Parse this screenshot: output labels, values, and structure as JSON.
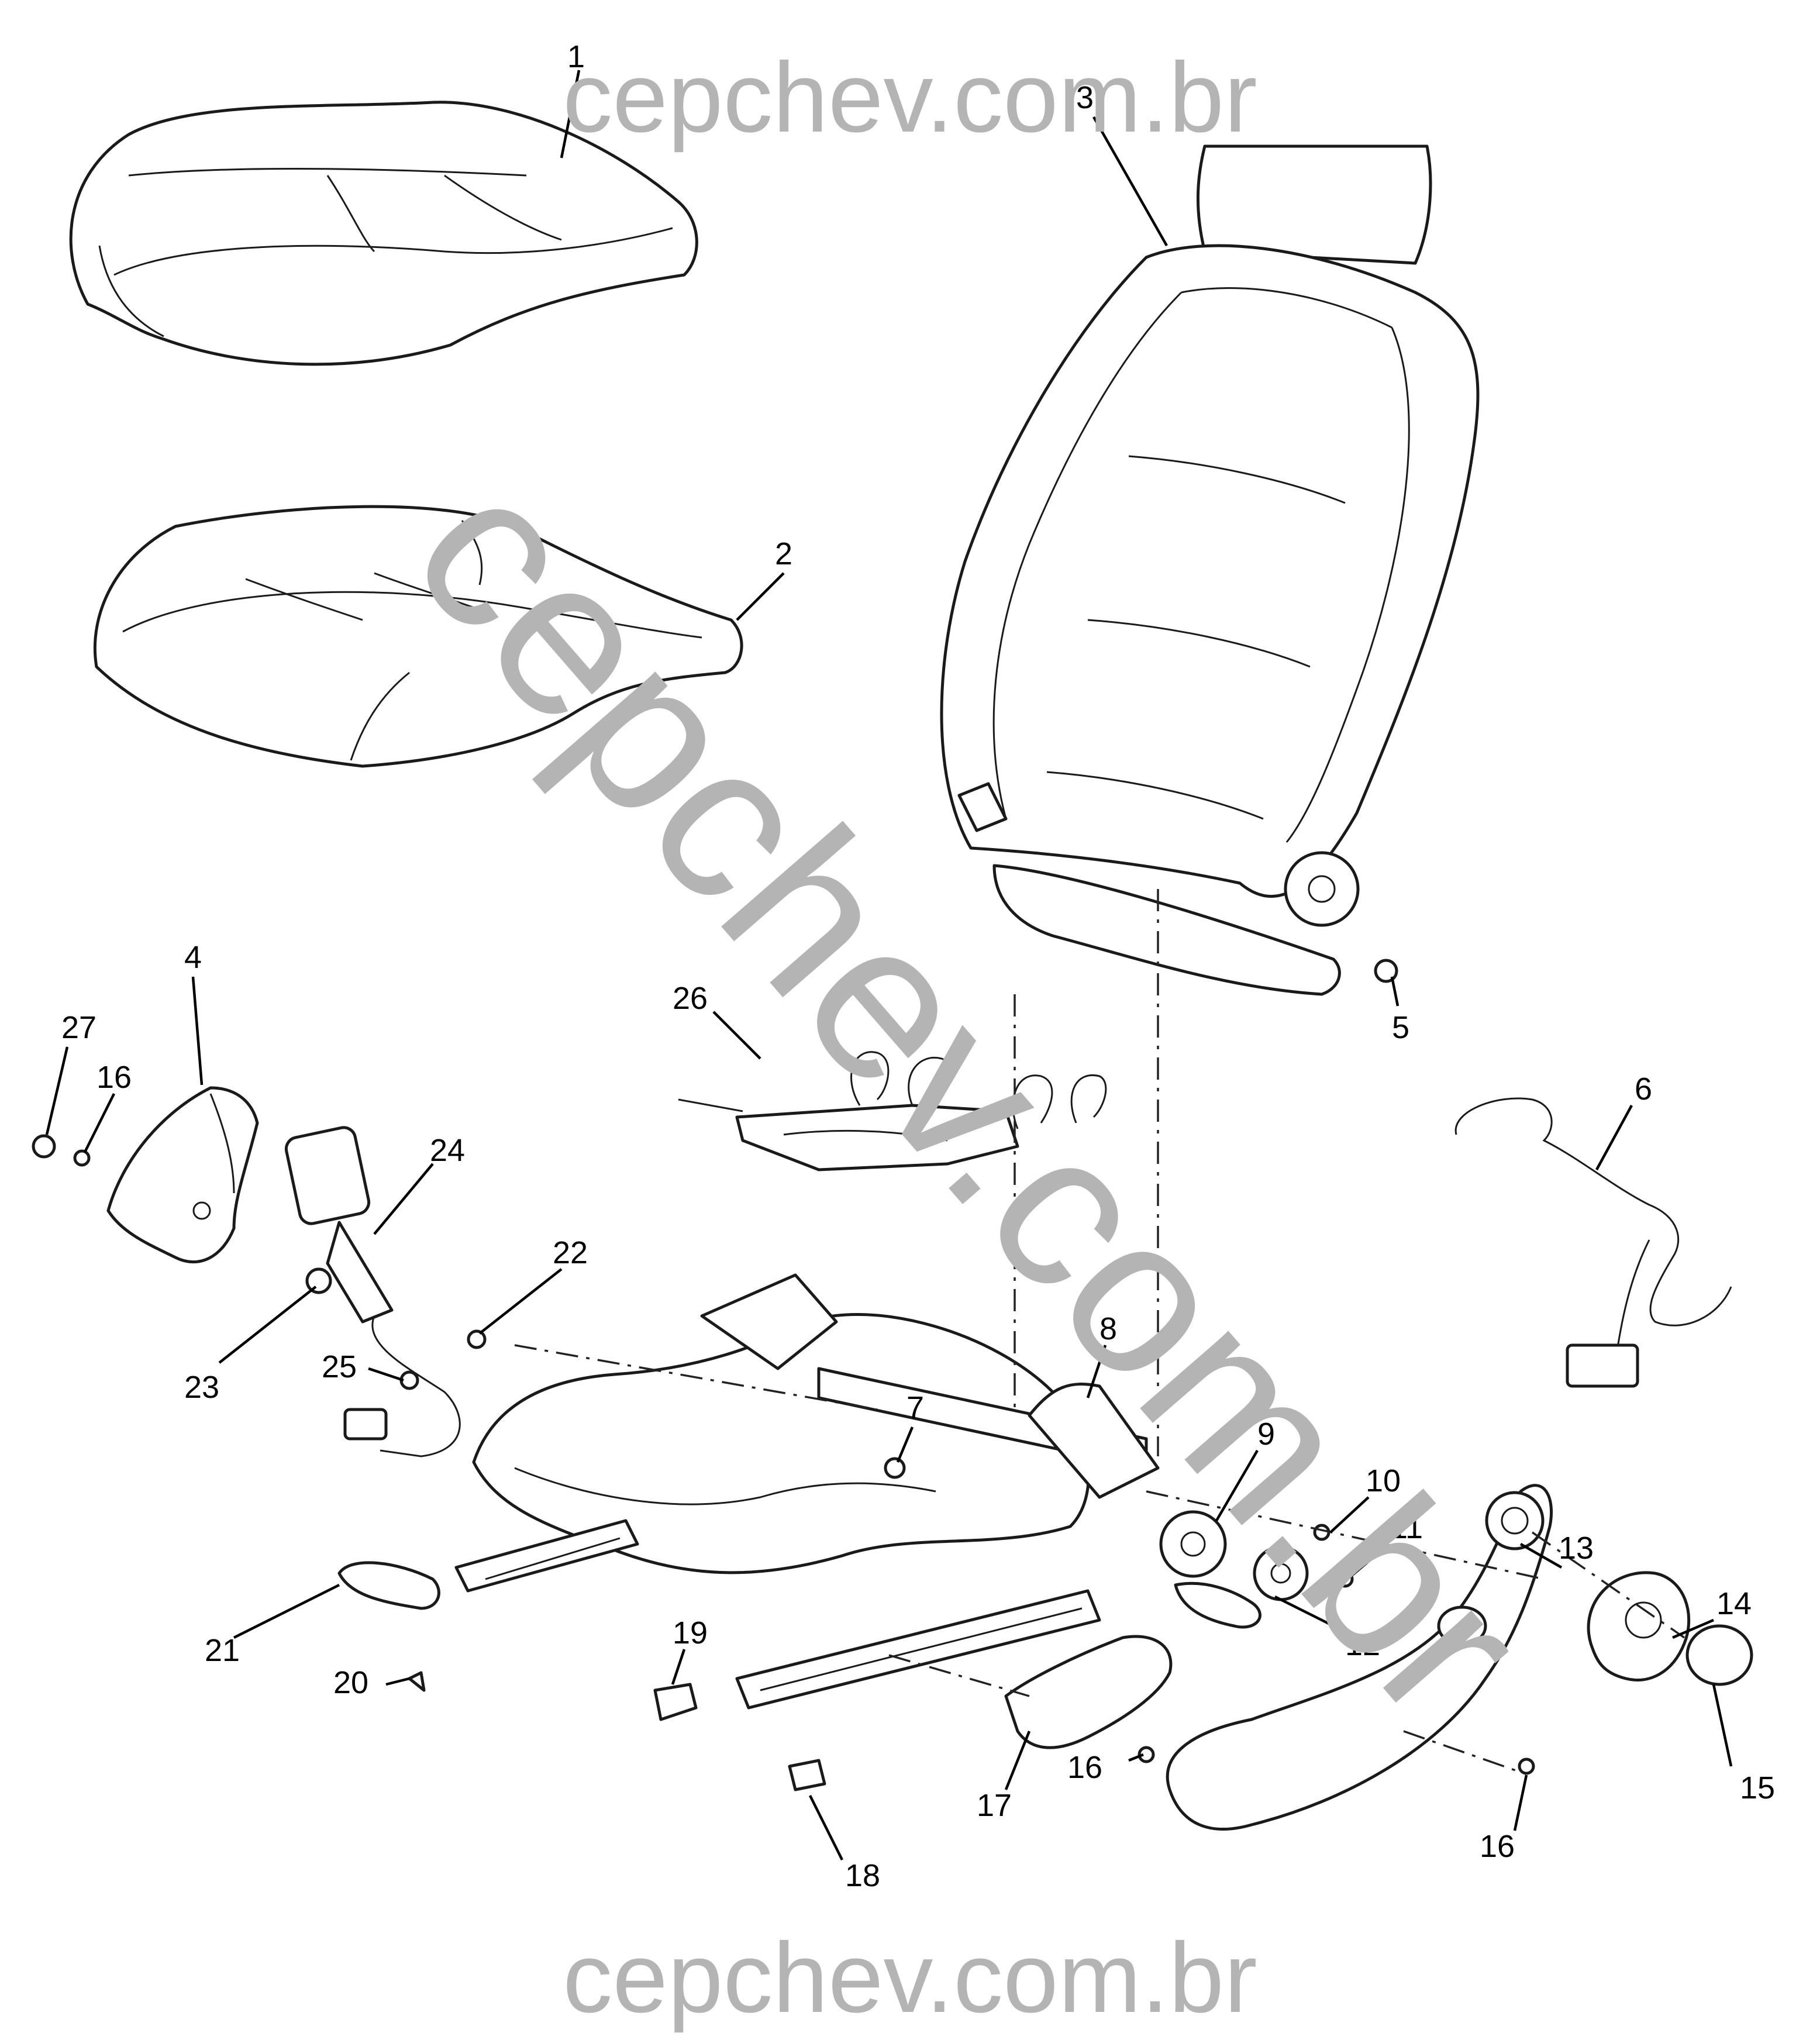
{
  "diagram": {
    "watermark_top": "cepchev.com.br",
    "watermark_bottom": "cepchev.com.br",
    "watermark_diagonal": "cepchev.com.br",
    "callouts": {
      "c1": "1",
      "c2": "2",
      "c3": "3",
      "c4": "4",
      "c5": "5",
      "c6": "6",
      "c7": "7",
      "c8": "8",
      "c9": "9",
      "c10": "10",
      "c11": "11",
      "c12": "12",
      "c13": "13",
      "c14": "14",
      "c15": "15",
      "c16a": "16",
      "c16b": "16",
      "c16c": "16",
      "c17": "17",
      "c18": "18",
      "c19": "19",
      "c20": "20",
      "c21": "21",
      "c22": "22",
      "c23": "23",
      "c24": "24",
      "c25": "25",
      "c26": "26",
      "c27": "27"
    }
  }
}
